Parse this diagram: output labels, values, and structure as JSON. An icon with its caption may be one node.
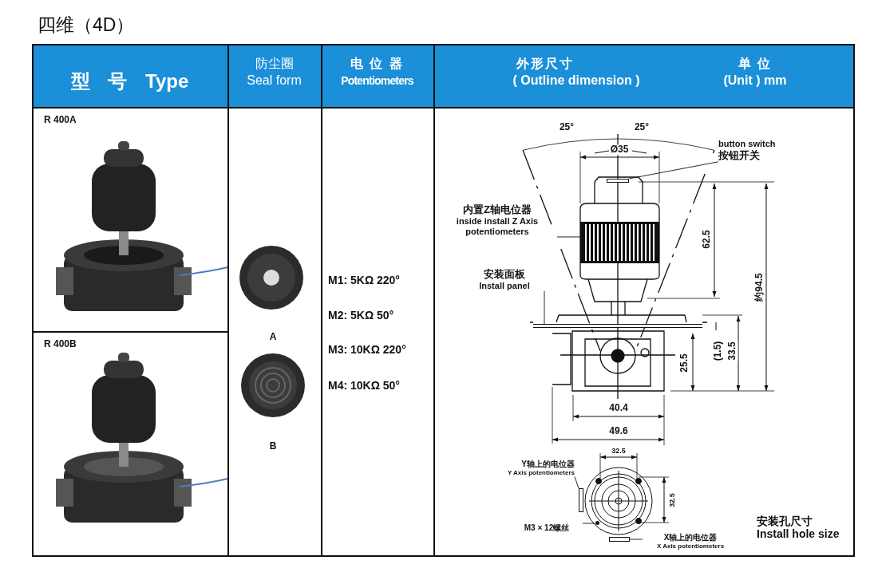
{
  "diagram": {
    "title": "四维（4D）",
    "nodes": [
      {
        "text": [
          "button switch",
          "按钮开关"
        ]
      },
      {
        "text": [],
        "shape": "box"
      },
      {
        "text": [
          "内置Z轴电位器",
          "inside install Z Axis potentiometers"
        ]
      },
      {
        "text": [],
        "shape": "box"
      },
      {
        "text": [
          "安装面板",
          "Install panel"
        ]
      },
      {
        "text": [],
        "shape": "bar"
      },
      {
        "text": [
          "Y轴上的电位器",
          "Y Axis potentiometers"
        ]
      },
      {
        "text": [],
        "shape": "box"
      },
      {
        "text": [
          "M3 × 12螺丝"
        ]
      },
      {
        "text": [],
        "shape": "circle"
      },
      {
        "text": [
          "X轴上的电位器",
          "X Axis potentiometers"
        ]
      },
      {
        "text": [],
        "shape": "box"
      }
    ],
    "edges": [
      {
        "from": 0,
        "to": 1,
        "arrow": "none"
      },
      {
        "from": 2,
        "to": 3,
        "arrow": "none"
      },
      {
        "from": 4,
        "to": 5,
        "arrow": "none"
      },
      {
        "from": 6,
        "to": 7,
        "arrow": "none"
      },
      {
        "from": 8,
        "to": 9,
        "arrow": "none"
      },
      {
        "from": 10,
        "to": 11,
        "arrow": "none"
      }
    ],
    "labels": [
      "型 号 Type",
      "防尘圈",
      "Seal form",
      "电 位 器",
      "Potentiometers",
      "外形尺寸",
      "( Outline dimension )",
      "单 位",
      "(Unit ) mm",
      "R 400A",
      "25°",
      "25°",
      "Ø35",
      "62.5",
      "M1: 5KΩ 220°",
      "M2: 5KΩ 50°",
      "约94.5",
      "A",
      "M3: 10KΩ 220°",
      "(1.5)",
      "33.5",
      "25.5",
      "R 400B",
      "M4: 10KΩ 50°",
      "40.4",
      "49.6",
      "B",
      "32.5",
      "32.5",
      "安装孔尺寸",
      "Install hole size"
    ]
  }
}
